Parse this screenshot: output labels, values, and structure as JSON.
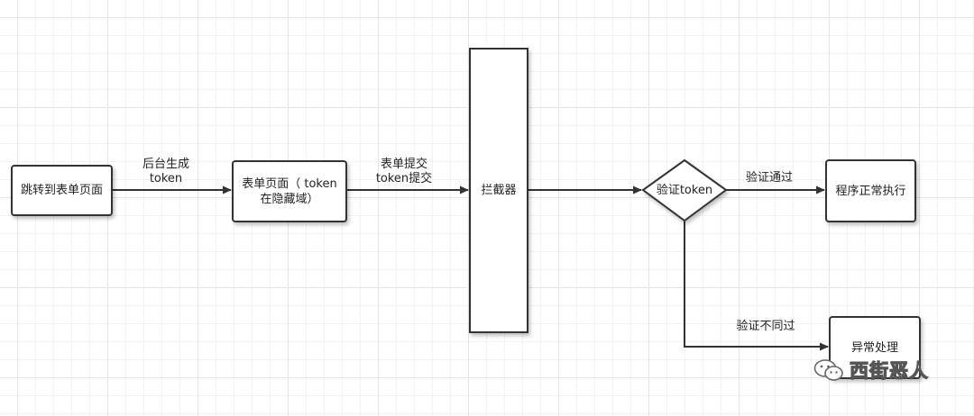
{
  "nodes": {
    "jump": "跳转到表单页面",
    "form_line1": "表单页面（ token",
    "form_line2": "在隐藏域）",
    "interceptor": "拦截器",
    "verify": "验证token",
    "normal": "程序正常执行",
    "error": "异常处理"
  },
  "edges": {
    "gen_line1": "后台生成",
    "gen_line2": "token",
    "submit_line1": "表单提交",
    "submit_line2": "token提交",
    "pass": "验证通过",
    "fail": "验证不同过"
  },
  "watermark": {
    "text": "西街恶人",
    "icon": "wechat-icon"
  }
}
